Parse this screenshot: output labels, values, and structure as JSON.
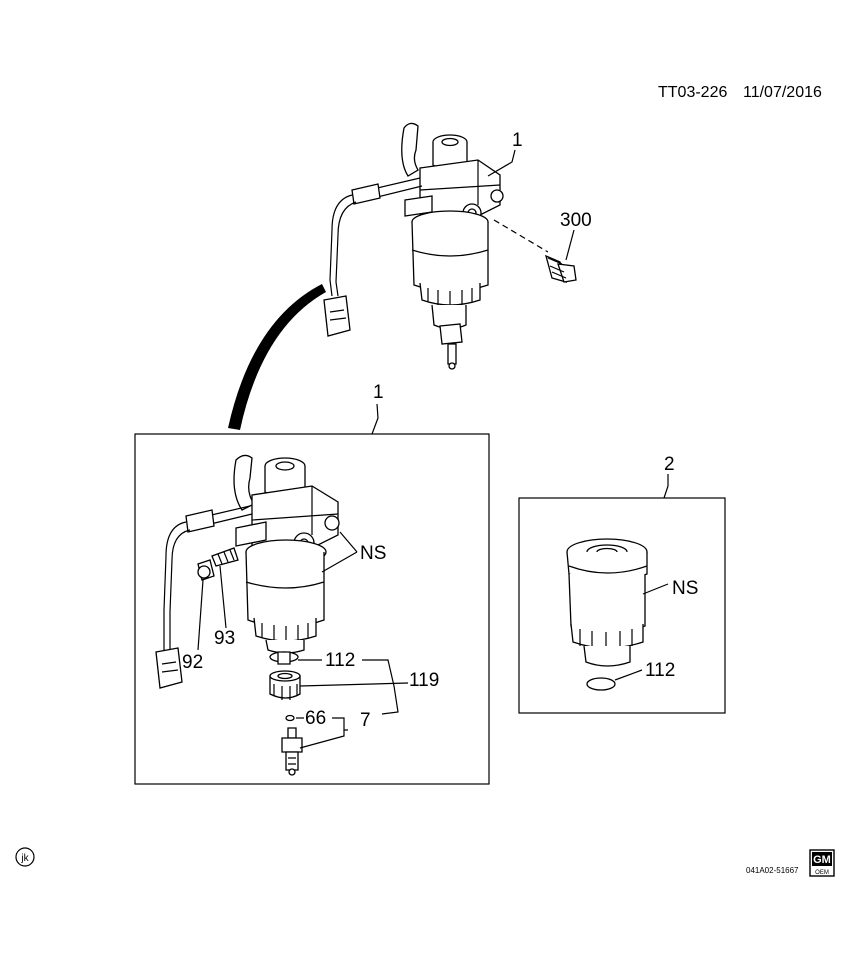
{
  "header": {
    "ref_code": "TT03-226",
    "date": "11/07/2016"
  },
  "callouts": {
    "assembly": "1",
    "assembly_detail": "1",
    "filter_kit": "2",
    "bolt": "300",
    "not_serviced_1": "NS",
    "not_serviced_2": "NS",
    "sensor_92": "92",
    "sensor_93": "93",
    "oring_112": "112",
    "oring_112_kit": "112",
    "plug_119": "119",
    "oring_66": "66",
    "drain_kit_7": "7"
  },
  "footer": {
    "corner_mark": "jk",
    "diagram_number": "041A02-51667",
    "logo_top": "GM",
    "logo_bottom": "OEM"
  }
}
